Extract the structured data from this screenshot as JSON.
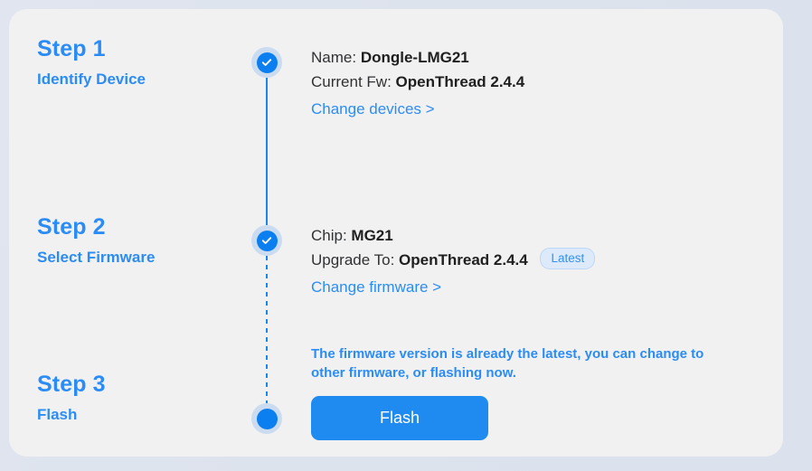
{
  "theme": {
    "page_bg": "#dde3ed",
    "card_bg": "#f1f1f2",
    "accent_blue": "#2b8cf5",
    "marker_blue": "#0b7ef0",
    "marker_ring": "#cbdcf1",
    "button_blue": "#1f8af0",
    "badge_bg": "#dceafb",
    "badge_text": "#3491f0",
    "text_dark": "#303133"
  },
  "steps": [
    {
      "title": "Step 1",
      "subtitle": "Identify Device",
      "marker": "check-circle-icon",
      "state": "complete",
      "connector_below": "solid"
    },
    {
      "title": "Step 2",
      "subtitle": "Select Firmware",
      "marker": "check-circle-icon",
      "state": "complete",
      "connector_below": "dashed"
    },
    {
      "title": "Step 3",
      "subtitle": "Flash",
      "marker": "dot-circle-icon",
      "state": "current",
      "connector_below": "none"
    }
  ],
  "step1": {
    "name_label": "Name:",
    "name_value": "Dongle-LMG21",
    "fw_label": "Current Fw:",
    "fw_value": "OpenThread 2.4.4",
    "change_link": "Change devices >"
  },
  "step2": {
    "chip_label": "Chip:",
    "chip_value": "MG21",
    "upgrade_label": "Upgrade To:",
    "upgrade_value": "OpenThread 2.4.4",
    "badge": "Latest",
    "change_link": "Change firmware >"
  },
  "step3": {
    "notice": "The firmware version is already the latest, you can change to other firmware, or flashing now.",
    "flash_button": "Flash"
  }
}
